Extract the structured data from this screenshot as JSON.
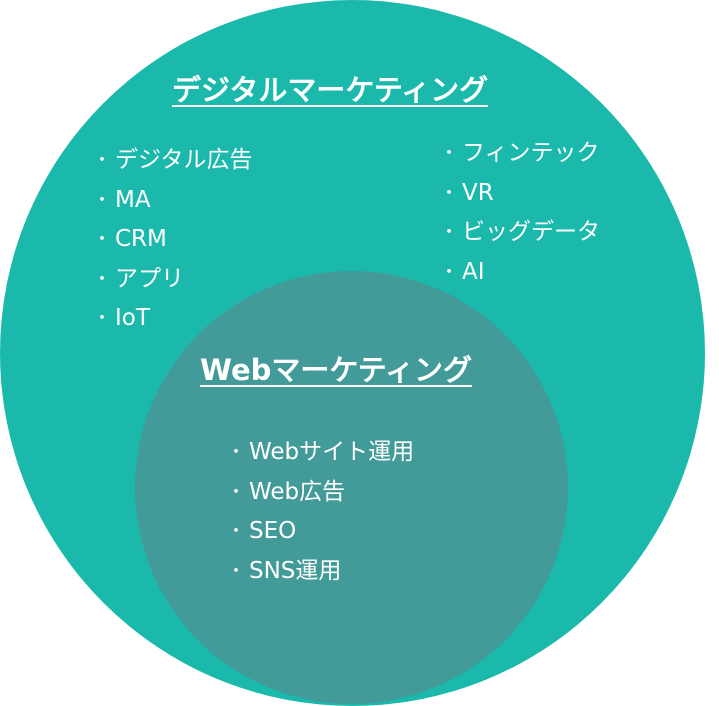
{
  "colors": {
    "outer": "#1bb9ab",
    "inner": "#429a99",
    "text": "#ffffff"
  },
  "digital": {
    "title": "デジタルマーケティング",
    "left_items": [
      "デジタル広告",
      "MA",
      "CRM",
      "アプリ",
      "IoT"
    ],
    "right_items": [
      "フィンテック",
      "VR",
      "ビッグデータ",
      "AI"
    ]
  },
  "web": {
    "title": "Webマーケティング",
    "items": [
      "Webサイト運用",
      "Web広告",
      "SEO",
      "SNS運用"
    ]
  },
  "bullet": "・"
}
